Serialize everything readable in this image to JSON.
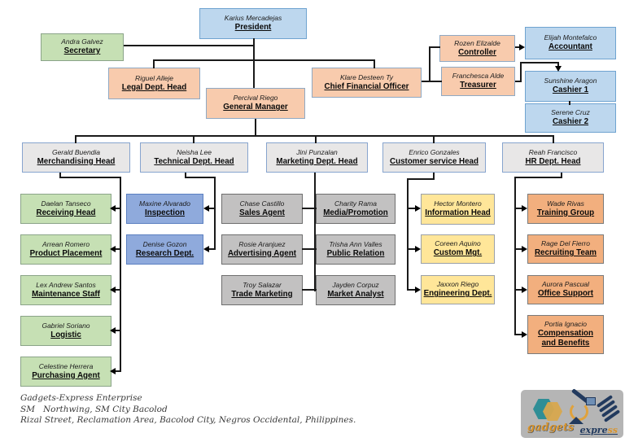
{
  "boxes": {
    "president": {
      "name": "Karius Mercadejas",
      "role": "President"
    },
    "secretary": {
      "name": "Andra Galvez",
      "role": "Secretary"
    },
    "legal": {
      "name": "Riguel Alleje",
      "role": "Legal Dept. Head"
    },
    "gm": {
      "name": "Percival Riego",
      "role": "General Manager"
    },
    "cfo": {
      "name": "Klare Desteen Ty",
      "role": "Chief Financial Officer"
    },
    "controller": {
      "name": "Rozen Elizalde",
      "role": "Controller"
    },
    "treasurer": {
      "name": "Franchesca Alde",
      "role": "Treasurer"
    },
    "accountant": {
      "name": "Elijah Montefalco",
      "role": "Accountant"
    },
    "cashier1": {
      "name": "Sunshine Aragon",
      "role": "Cashier 1"
    },
    "cashier2": {
      "name": "Serene Cruz",
      "role": "Cashier 2"
    },
    "merchandising": {
      "name": "Gerald Buendia",
      "role": "Merchandising Head"
    },
    "technical": {
      "name": "Neisha Lee",
      "role": "Technical Dept. Head"
    },
    "marketing": {
      "name": "Jini Punzalan",
      "role": "Marketing Dept. Head"
    },
    "customer": {
      "name": "Enrico Gonzales",
      "role": "Customer service Head"
    },
    "hr": {
      "name": "Reah Francisco",
      "role": "HR Dept. Head"
    },
    "daelan": {
      "name": "Daelan Tanseco",
      "role": "Receiving Head"
    },
    "arrean": {
      "name": "Arrean Romero",
      "role": "Product Placement"
    },
    "lex": {
      "name": "Lex Andrew Santos",
      "role": "Maintenance Staff"
    },
    "gabriel": {
      "name": "Gabriel Soriano",
      "role": "Logistic"
    },
    "celestine": {
      "name": "Celestine Herrera",
      "role": "Purchasing Agent"
    },
    "maxine": {
      "name": "Maxine Alvarado",
      "role": "Inspection"
    },
    "denise": {
      "name": "Denise Gozon",
      "role": "Research Dept."
    },
    "chase": {
      "name": "Chase Castillo",
      "role": "Sales Agent"
    },
    "rosie": {
      "name": "Rosie Aranjuez",
      "role": "Advertising Agent"
    },
    "troy": {
      "name": "Troy Salazar",
      "role": "Trade Marketing"
    },
    "charity": {
      "name": "Charity Rama",
      "role": "Media/Promotion"
    },
    "trisha": {
      "name": "Trisha Ann Valles",
      "role": "Public Relation"
    },
    "jayden": {
      "name": "Jayden Corpuz",
      "role": "Market Analyst"
    },
    "hector": {
      "name": "Hector Montero",
      "role": "Information Head"
    },
    "coreen": {
      "name": "Coreen Aquino",
      "role": "Custom Mgt."
    },
    "jaxxon": {
      "name": "Jaxxon Riego",
      "role": "Engineering Dept."
    },
    "wade": {
      "name": "Wade Rivas",
      "role": "Training Group"
    },
    "rage": {
      "name": "Rage Del Fierro",
      "role": "Recruiting Team"
    },
    "aurora": {
      "name": "Aurora Pascual",
      "role": "Office Support"
    },
    "portia": {
      "name": "Portia Ignacio",
      "role": "Compensation and Benefits"
    }
  },
  "footer": {
    "line1": "Gadgets-Express Enterprise",
    "line2": "SM   Northwing, SM City Bacolod",
    "line3": "Rizal Street, Reclamation Area, Bacolod City, Negros Occidental, Philippines."
  },
  "logo": {
    "word1": "gadgets",
    "word2a": "expre",
    "word2b": "ss"
  },
  "palette": {
    "blue": "#BDD7EE",
    "green": "#C6E0B4",
    "peach": "#F8CBAD",
    "dept_gray": "#E8E7E7",
    "sub_gray": "#C2C1C1",
    "sub_blue": "#8FAADC",
    "yellow": "#FFE699",
    "sub_orange": "#F2AF7E",
    "line": "#1A1A1A"
  }
}
